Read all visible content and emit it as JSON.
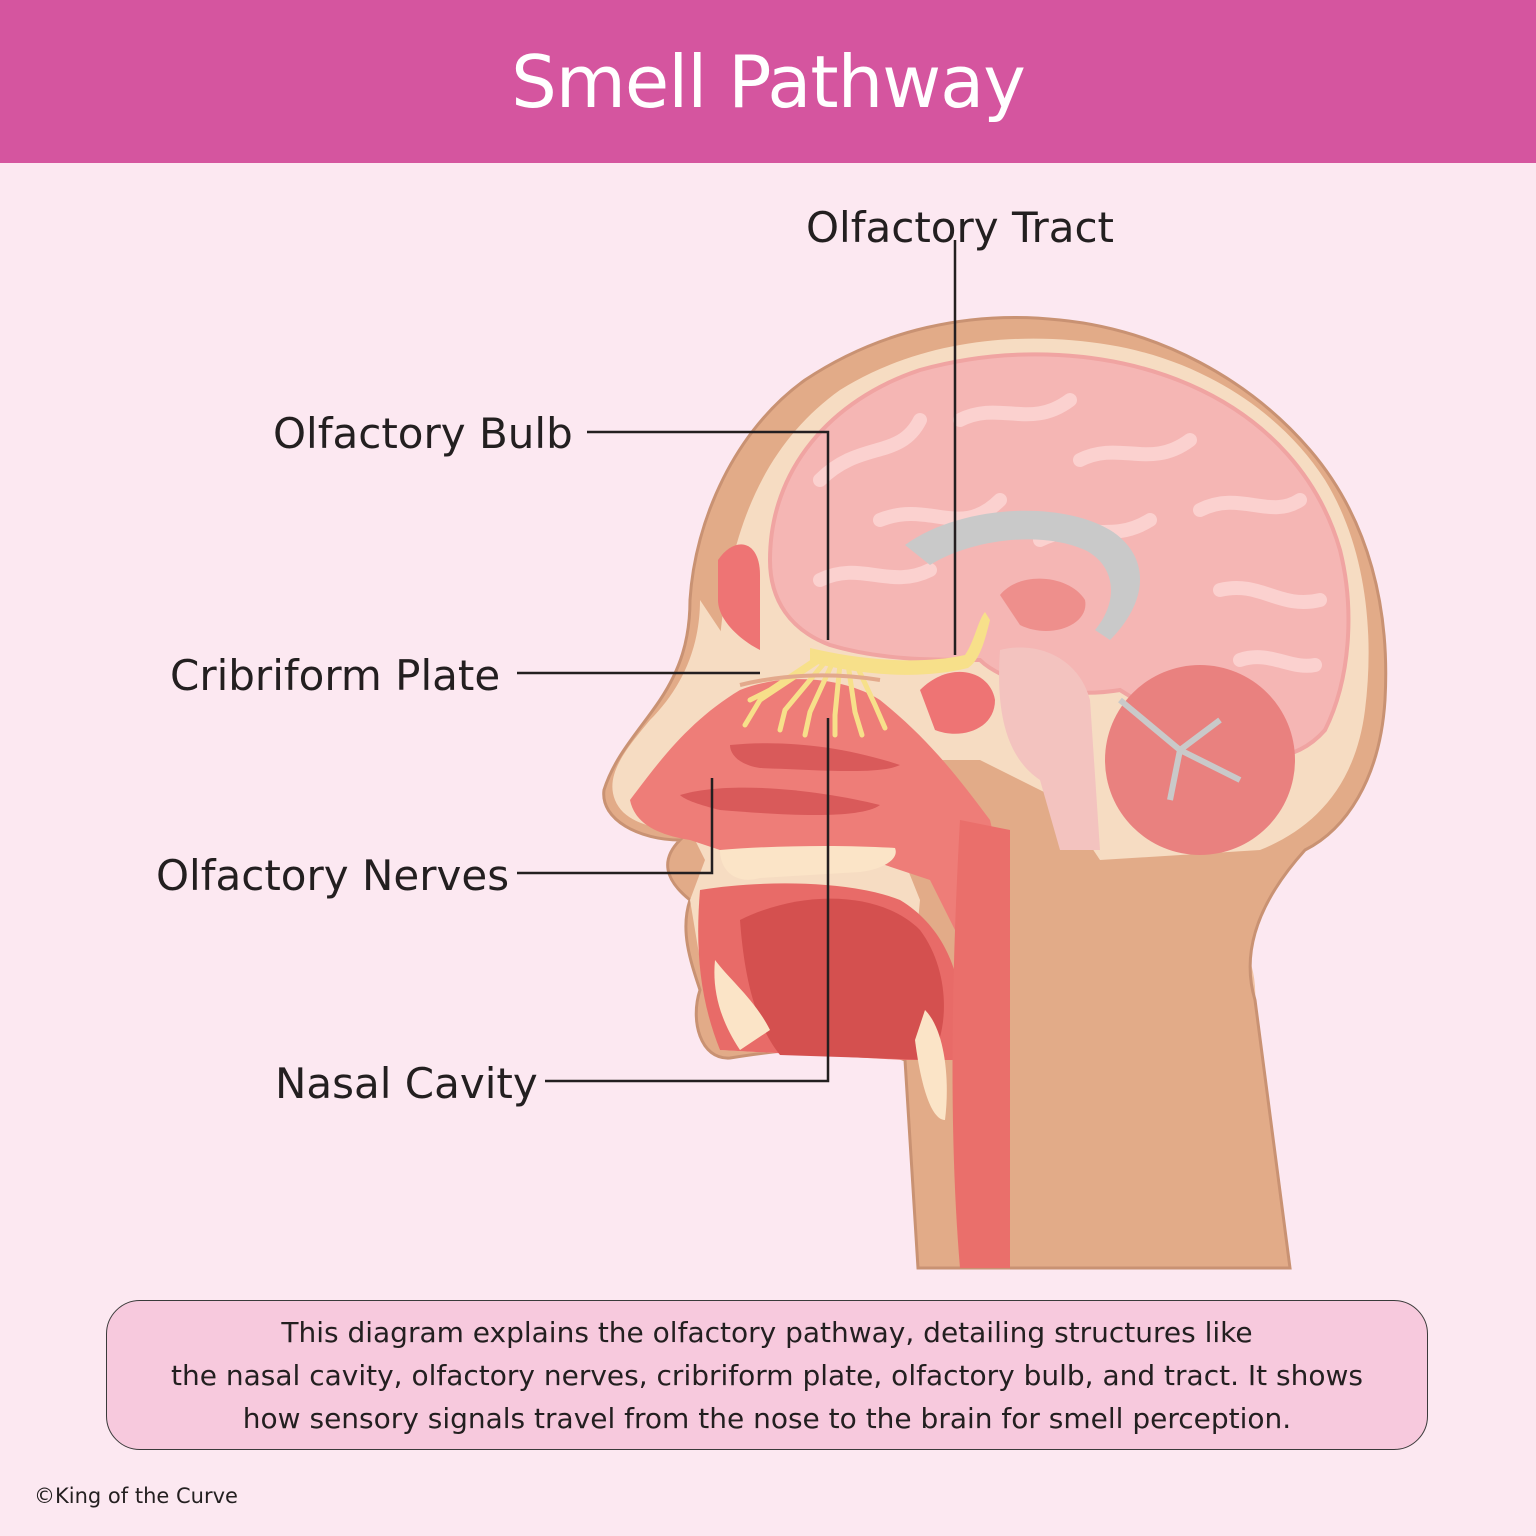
{
  "title": "Smell Pathway",
  "labels": {
    "olfactory_tract": "Olfactory Tract",
    "olfactory_bulb": "Olfactory Bulb",
    "cribriform_plate": "Cribriform Plate",
    "olfactory_nerves": "Olfactory Nerves",
    "nasal_cavity": "Nasal Cavity"
  },
  "caption": {
    "line1": "This diagram explains the olfactory pathway, detailing structures like",
    "line2": "the nasal cavity, olfactory nerves, cribriform plate, olfactory bulb, and tract. It shows",
    "line3": "how sensory signals travel from the nose to the brain for smell perception."
  },
  "copyright": "©King of the Curve",
  "colors": {
    "header": "#d5559f",
    "background": "#fce8f1",
    "caption_box": "#f7c9dd",
    "skin": "#e8b893",
    "brain": "#f5b8b6",
    "nerves": "#f7e08a",
    "cavity": "#e36d6c"
  }
}
